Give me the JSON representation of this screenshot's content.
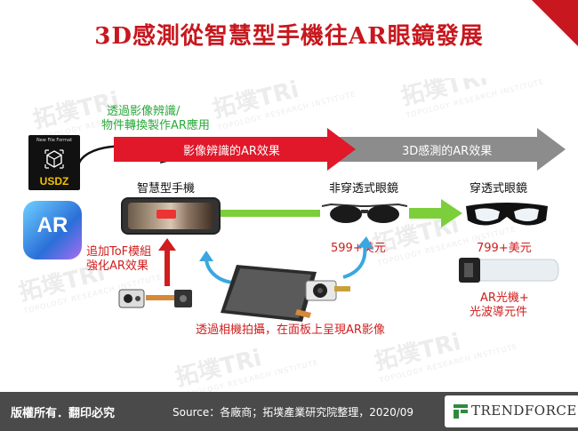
{
  "header": {
    "title": "3D感測從智慧型手機往AR眼鏡發展"
  },
  "watermark": {
    "text": "拓墣TRi",
    "subtext": "TOPOLOGY RESEARCH INSTITUTE"
  },
  "arrows": {
    "red_label": "影像辨識的AR效果",
    "gray_label": "3D感測的AR效果",
    "colors": {
      "red": "#e0182a",
      "gray": "#8c8c8c",
      "green": "#7ccf3a",
      "blue": "#3aa7e0"
    }
  },
  "icons": {
    "usdz_small": "New File Format",
    "usdz": "USDZ",
    "ar_app": "AR"
  },
  "labels": {
    "green_note_line1": "透過影像辨識/",
    "green_note_line2": "物件轉換製作AR應用",
    "smartphone": "智慧型手機",
    "non_see_through": "非穿透式眼鏡",
    "see_through": "穿透式眼鏡",
    "price_non": "599+美元",
    "price_see": "799+美元",
    "tof_line1": "追加ToF模組",
    "tof_line2": "強化AR效果",
    "camera_note": "透過相機拍攝，在面板上呈現AR影像",
    "optics_line1": "AR光機+",
    "optics_line2": "光波導元件"
  },
  "footer": {
    "copyright": "版權所有．翻印必究",
    "source": "Source：各廠商；拓墣產業研究院整理，2020/09",
    "brand": "TRENDFORCE"
  }
}
